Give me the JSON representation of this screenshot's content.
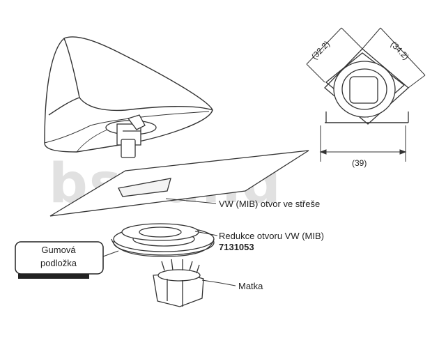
{
  "watermark": "bsound",
  "dimensions": {
    "width_a": "(32.2)",
    "width_b": "(34.2)",
    "width_c": "(39)"
  },
  "labels": {
    "roof_hole": "VW (MIB) otvor ve střeše",
    "hole_reducer": "Redukce otvoru VW (MIB)",
    "part_number": "7131053",
    "rubber_pad_line1": "Gumová",
    "rubber_pad_line2": "podložka",
    "nut": "Matka"
  },
  "colors": {
    "line": "#333333",
    "watermark": "#d9d9d9"
  }
}
